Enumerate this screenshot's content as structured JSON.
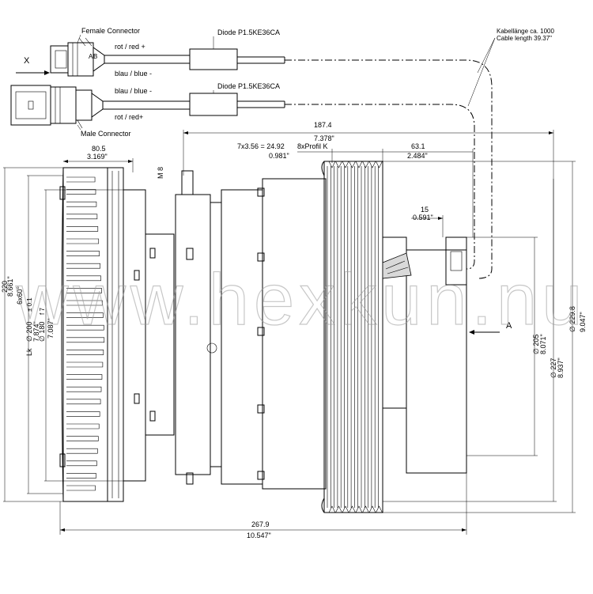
{
  "connectors": {
    "female": "Female Connector",
    "male": "Male Connector",
    "wire_red_top": "rot / red  +",
    "wire_blue_top": "blau / blue -",
    "wire_blue_bottom": "blau / blue -",
    "wire_red_bottom": "rot / red+",
    "pin_a": "A",
    "pin_b": "B"
  },
  "diode": {
    "top": "Diode P1.5KE36CA",
    "bottom": "Diode P1.5KE36CA"
  },
  "cable": {
    "length_de": "Kabellänge ca. 1000",
    "length_en": "Cable length 39.37\""
  },
  "view_labels": {
    "x": "X",
    "a": "A"
  },
  "dimensions": {
    "overall_top_mm": "187.4",
    "overall_top_in": "7.378\"",
    "groove_mm": "7x3.56 =  24.92",
    "groove_in": "0.981\"",
    "profile": "8xProfil K",
    "pulley_offset_mm": "63.1",
    "pulley_offset_in": "2.484\"",
    "fan_mm": "80.5",
    "fan_in": "3.169\"",
    "thread": "M 8",
    "shaft_mm": "15",
    "shaft_in": "0.591\"",
    "d220_mm": "220",
    "d220_in": "8.661\"",
    "bolt_pattern": "6x60°",
    "lk_label": "Lk",
    "d200_mm": "∅ 200",
    "d200_tol": "± 0.1",
    "d200_in": "7.874\"",
    "d180_mm": "∅ 180",
    "d180_tol": "f 7",
    "d180_in": "7.087\"",
    "d205_mm": "∅ 205",
    "d205_in": "8.071\"",
    "d227_mm": "∅ 227",
    "d227_in": "8.937\"",
    "d2298_mm": "∅ 229.8",
    "d2298_in": "9.047\"",
    "overall_bottom_mm": "267.9",
    "overall_bottom_in": "10.547\""
  },
  "watermark": "www.hexkun.nu"
}
